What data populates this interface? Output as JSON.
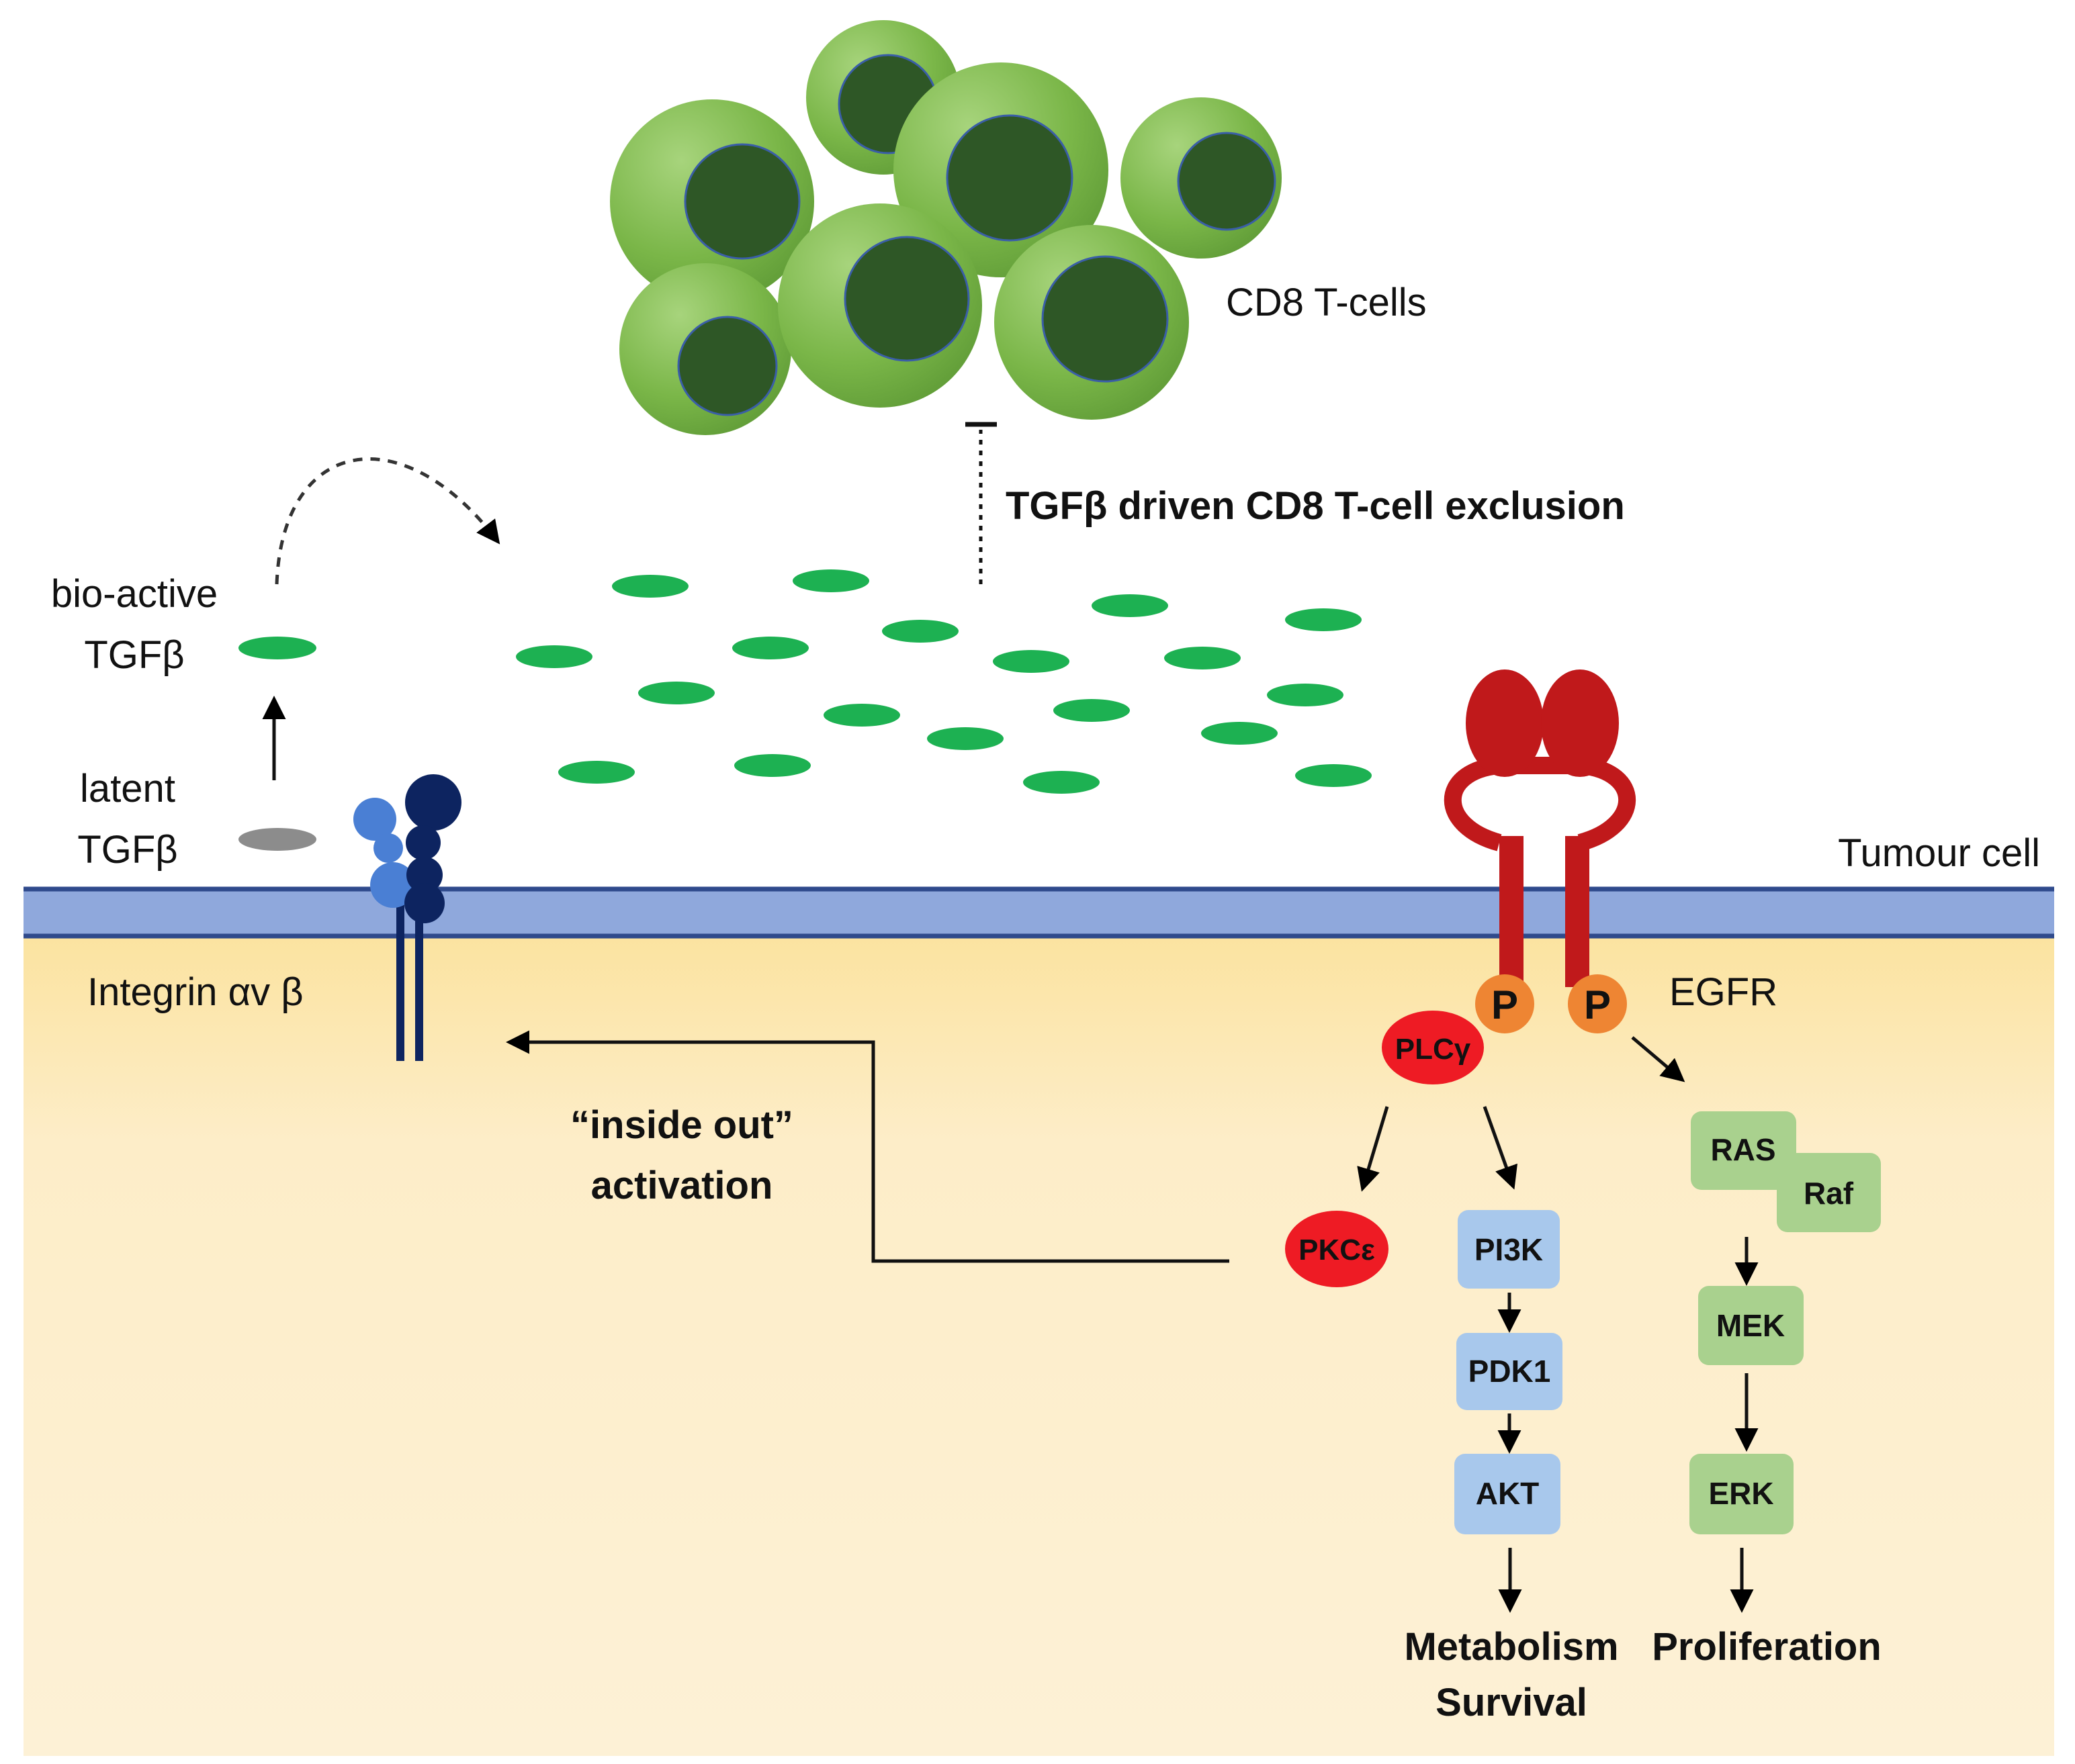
{
  "labels": {
    "cd8_tcells": "CD8 T-cells",
    "exclusion": "TGFβ driven CD8 T-cell exclusion",
    "bioactive_line1": "bio-active",
    "bioactive_line2": "TGFβ",
    "latent_line1": "latent",
    "latent_line2": "TGFβ",
    "tumour_cell": "Tumour cell",
    "integrin": "Integrin αv β",
    "egfr": "EGFR",
    "inside_out_line1": "“inside out”",
    "inside_out_line2": "activation"
  },
  "nodes": {
    "p_left": "P",
    "p_right": "P",
    "plcg": "PLCγ",
    "pkce": "PKCε",
    "pi3k": "PI3K",
    "pdk1": "PDK1",
    "akt": "AKT",
    "ras": "RAS",
    "raf": "Raf",
    "mek": "MEK",
    "erk": "ERK"
  },
  "outcomes": {
    "metabolism": "Metabolism",
    "survival": "Survival",
    "proliferation": "Proliferation"
  },
  "colors": {
    "membrane": "#8fa8dc",
    "membrane_edge": "#2f4a8c",
    "cytoplasm_top": "#fbe6a8",
    "cytoplasm_bottom": "#fdf1d2",
    "tgfb_active": "#1db152",
    "tgfb_latent": "#8c8c8c",
    "tcell_outer": "#7cb64a",
    "tcell_nucleus": "#2e5726",
    "egfr": "#c0191b",
    "phospho": "#ee8533",
    "red_node": "#ee1b24",
    "pi3k_pathway": "#a8c8ec",
    "mapk_pathway": "#a9d18e",
    "integrin_alpha": "#4a7fd4",
    "integrin_beta": "#0d2460"
  }
}
